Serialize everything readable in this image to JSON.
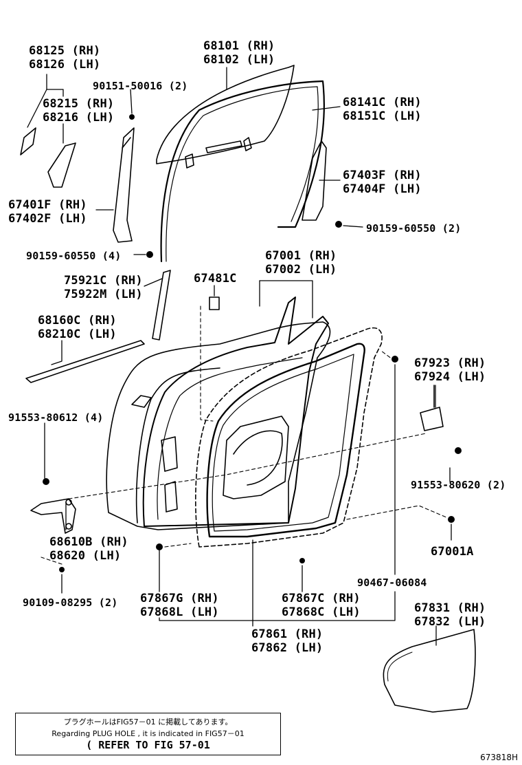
{
  "labels": {
    "l68125": [
      "68125 (RH)",
      "68126 (LH)"
    ],
    "l68101": [
      "68101 (RH)",
      "68102 (LH)"
    ],
    "l90151": "90151-50016 (2)",
    "l68215": [
      "68215 (RH)",
      "68216 (LH)"
    ],
    "l68141": [
      "68141C (RH)",
      "68151C (LH)"
    ],
    "l67403": [
      "67403F (RH)",
      "67404F (LH)"
    ],
    "l67401": [
      "67401F (RH)",
      "67402F (LH)"
    ],
    "l90159b": "90159-60550 (2)",
    "l90159a": "90159-60550 (4)",
    "l67001": [
      "67001 (RH)",
      "67002 (LH)"
    ],
    "l75921": [
      "75921C (RH)",
      "75922M (LH)"
    ],
    "l67481": "67481C",
    "l68160": [
      "68160C (RH)",
      "68210C (LH)"
    ],
    "l67923": [
      "67923 (RH)",
      "67924 (LH)"
    ],
    "l91553a": "91553-80612 (4)",
    "l91553b": "91553-80620 (2)",
    "l68610": [
      "68610B (RH)",
      "68620 (LH)"
    ],
    "l67001a": "67001A",
    "l90467": "90467-06084",
    "l90109": "90109-08295 (2)",
    "l67867g": [
      "67867G (RH)",
      "67868L (LH)"
    ],
    "l67867c": [
      "67867C (RH)",
      "67868C (LH)"
    ],
    "l67831": [
      "67831 (RH)",
      "67832 (LH)"
    ],
    "l67861": [
      "67861 (RH)",
      "67862 (LH)"
    ]
  },
  "note": {
    "jp": "プラグホールはFIG57－01 に掲載してあります。",
    "en": "Regarding PLUG HOLE , it is indicated in FIG57－01",
    "ref": "( REFER TO FIG 57-01"
  },
  "figure_id": "673818H"
}
